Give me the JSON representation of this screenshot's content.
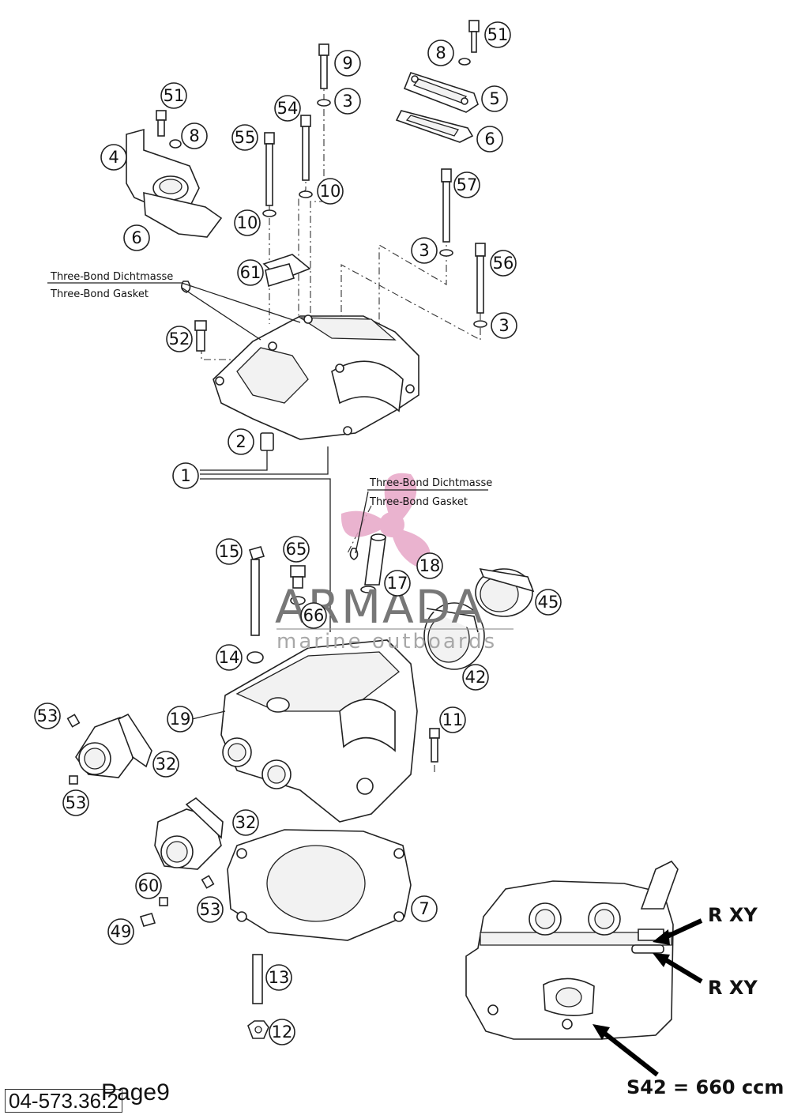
{
  "notes": {
    "top_line1": "Three-Bond Dichtmasse",
    "top_line2": "Three-Bond Gasket",
    "mid_line1": "Three-Bond Dichtmasse",
    "mid_line2": "Three-Bond Gasket"
  },
  "watermark": {
    "title": "ARMADA",
    "subtitle": "marine outboards",
    "logo_color": "#e7a6c7"
  },
  "callouts": [
    {
      "id": "c51a",
      "label": "51"
    },
    {
      "id": "c8a",
      "label": "8"
    },
    {
      "id": "c5",
      "label": "5"
    },
    {
      "id": "c6a",
      "label": "6"
    },
    {
      "id": "c9",
      "label": "9"
    },
    {
      "id": "c3a",
      "label": "3"
    },
    {
      "id": "c54",
      "label": "54"
    },
    {
      "id": "c10a",
      "label": "10"
    },
    {
      "id": "c55",
      "label": "55"
    },
    {
      "id": "c10b",
      "label": "10"
    },
    {
      "id": "c51b",
      "label": "51"
    },
    {
      "id": "c8b",
      "label": "8"
    },
    {
      "id": "c4",
      "label": "4"
    },
    {
      "id": "c6b",
      "label": "6"
    },
    {
      "id": "c57",
      "label": "57"
    },
    {
      "id": "c3b",
      "label": "3"
    },
    {
      "id": "c56",
      "label": "56"
    },
    {
      "id": "c3c",
      "label": "3"
    },
    {
      "id": "c61",
      "label": "61"
    },
    {
      "id": "c52",
      "label": "52"
    },
    {
      "id": "c2",
      "label": "2"
    },
    {
      "id": "c1",
      "label": "1"
    },
    {
      "id": "c15",
      "label": "15"
    },
    {
      "id": "c65",
      "label": "65"
    },
    {
      "id": "c18",
      "label": "18"
    },
    {
      "id": "c17",
      "label": "17"
    },
    {
      "id": "c66",
      "label": "66"
    },
    {
      "id": "c45",
      "label": "45"
    },
    {
      "id": "c14",
      "label": "14"
    },
    {
      "id": "c42",
      "label": "42"
    },
    {
      "id": "c53a",
      "label": "53"
    },
    {
      "id": "c19",
      "label": "19"
    },
    {
      "id": "c11",
      "label": "11"
    },
    {
      "id": "c32a",
      "label": "32"
    },
    {
      "id": "c53b",
      "label": "53"
    },
    {
      "id": "c32b",
      "label": "32"
    },
    {
      "id": "c60",
      "label": "60"
    },
    {
      "id": "c7",
      "label": "7"
    },
    {
      "id": "c53c",
      "label": "53"
    },
    {
      "id": "c49",
      "label": "49"
    },
    {
      "id": "c13",
      "label": "13"
    },
    {
      "id": "c12",
      "label": "12"
    }
  ],
  "inset": {
    "label_top": "R XY",
    "label_mid": "R XY",
    "label_bottom": "S42 = 660 ccm"
  },
  "footer": {
    "code": "04-573.36.2",
    "page": "Page9"
  }
}
